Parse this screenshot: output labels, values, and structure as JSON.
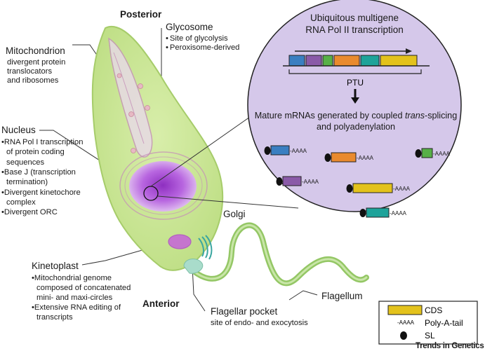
{
  "orientation": {
    "posterior": "Posterior",
    "anterior": "Anterior"
  },
  "mitochondrion": {
    "title": "Mitochondrion",
    "desc_lines": [
      "divergent protein",
      "translocators",
      "and ribosomes"
    ]
  },
  "glycosome": {
    "title": "Glycosome",
    "bullets": [
      "Site of glycolysis",
      "Peroxisome-derived"
    ]
  },
  "nucleus": {
    "title": "Nucleus",
    "bullets": [
      "RNA Pol I transcription",
      "of protein coding",
      "sequences",
      "Base J (transcription",
      "termination)",
      "Divergent kinetochore",
      "complex",
      "Divergent ORC"
    ],
    "bullet_starts": [
      0,
      3,
      5,
      7
    ]
  },
  "golgi": {
    "title": "Golgi"
  },
  "kinetoplast": {
    "title": "Kinetoplast",
    "bullets": [
      "Mitochondrial genome",
      "composed of concatenated",
      "mini- and maxi-circles",
      "Extensive RNA editing of",
      "transcripts"
    ],
    "bullet_starts": [
      0,
      3
    ]
  },
  "flagellar_pocket": {
    "title": "Flagellar pocket",
    "desc": "site of endo- and exocytosis"
  },
  "flagellum": {
    "title": "Flagellum"
  },
  "inset": {
    "title_line1": "Ubiquitous multigene",
    "title_line2": "RNA Pol II transcription",
    "ptu": "PTU",
    "mature_line1_pre": "Mature mRNAs generated by coupled ",
    "mature_line1_em": "trans",
    "mature_line1_post": "-splicing",
    "mature_line2": "and polyadenylation",
    "poly_a": "-AAAA",
    "genes": [
      "#3a7fc1",
      "#8a5aa8",
      "#57b047",
      "#e98a2e",
      "#1ea39a",
      "#e3c21c"
    ]
  },
  "legend": {
    "cds": "CDS",
    "polya_symbol": "-AAAA",
    "polya": "Poly-A-tail",
    "sl": "SL"
  },
  "credit": "Trends in Genetics",
  "colors": {
    "cell_fill": "#cde79a",
    "cell_edge": "#a6cc6a",
    "circle_fill": "#d5c8ea",
    "nucleus": "#a14fcf",
    "cds": "#e3c21c"
  }
}
